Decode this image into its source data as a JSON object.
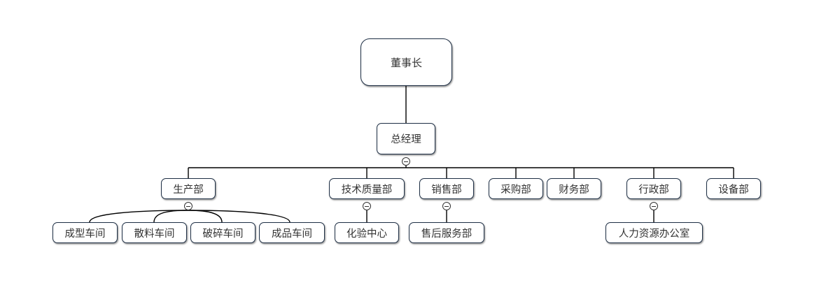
{
  "diagram": {
    "root": "董事长",
    "manager": "总经理",
    "departments": {
      "production": "生产部",
      "quality": "技术质量部",
      "sales": "销售部",
      "purchasing": "采购部",
      "finance": "财务部",
      "admin": "行政部",
      "equipment": "设备部"
    },
    "sub_units": {
      "forming": "成型车间",
      "mixing": "散料车间",
      "crushing": "破碎车间",
      "finished": "成品车间",
      "lab": "化验中心",
      "after_sales": "售后服务部",
      "hr": "人力资源办公室"
    },
    "colors": {
      "border": "#1e2f45",
      "text": "#333333",
      "line": "#000000"
    },
    "collapse_icon": "minus-circle-icon"
  }
}
